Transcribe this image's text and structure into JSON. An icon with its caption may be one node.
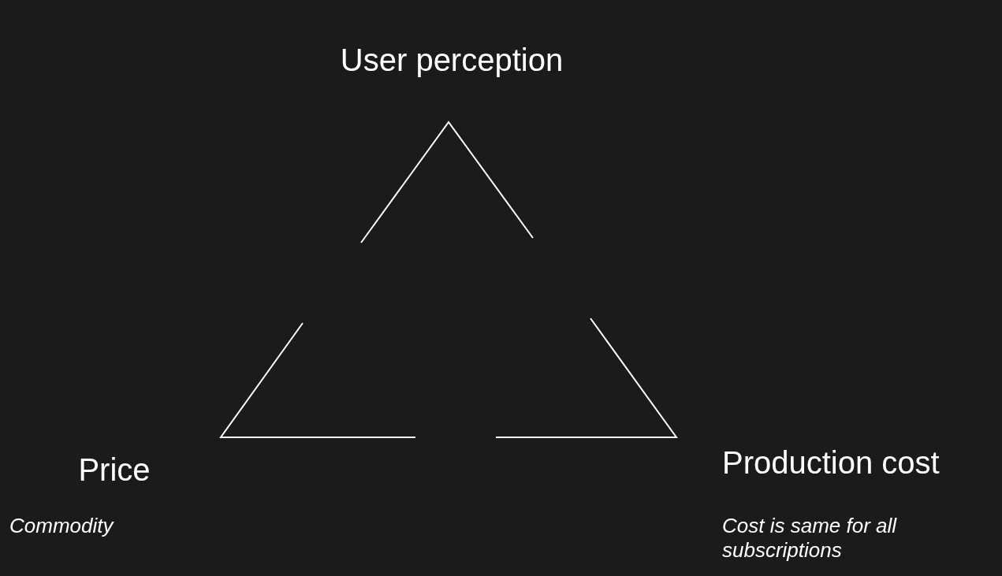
{
  "diagram": {
    "labels": [
      "User perception",
      "Price",
      "Commodity",
      "Production cost",
      "Cost is same for all subscriptions"
    ]
  }
}
